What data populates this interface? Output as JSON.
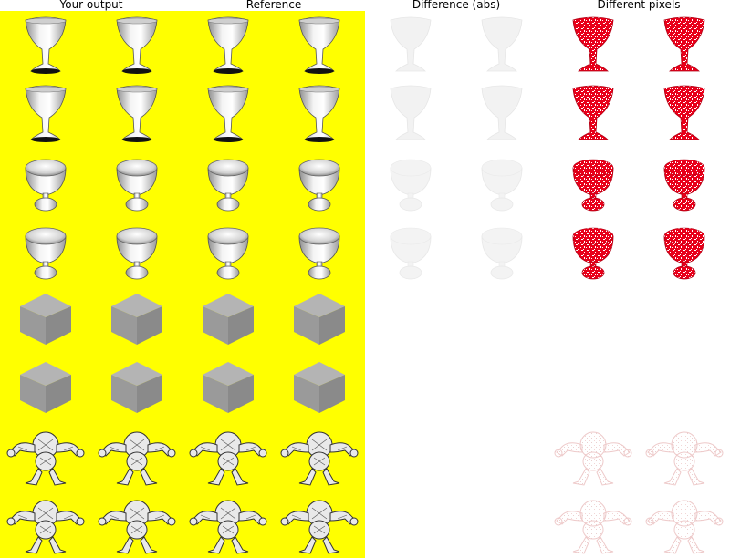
{
  "columns": {
    "output": "Your output",
    "reference": "Reference",
    "difference": "Difference (abs)",
    "pixels": "Different pixels"
  },
  "rows": [
    {
      "model": "goblet",
      "diff_visible": true
    },
    {
      "model": "goblet",
      "diff_visible": true
    },
    {
      "model": "bowl-cup",
      "diff_visible": true
    },
    {
      "model": "bowl-cup",
      "diff_visible": true
    },
    {
      "model": "cube",
      "diff_visible": false
    },
    {
      "model": "cube",
      "diff_visible": false
    },
    {
      "model": "armadillo",
      "diff_visible": true
    },
    {
      "model": "armadillo",
      "diff_visible": true
    }
  ],
  "colors": {
    "panel_background": "#ffff00",
    "page_background": "#ffffff",
    "diff_pixel_color": "#e8001a",
    "diff_abs_color": "#efefef"
  }
}
